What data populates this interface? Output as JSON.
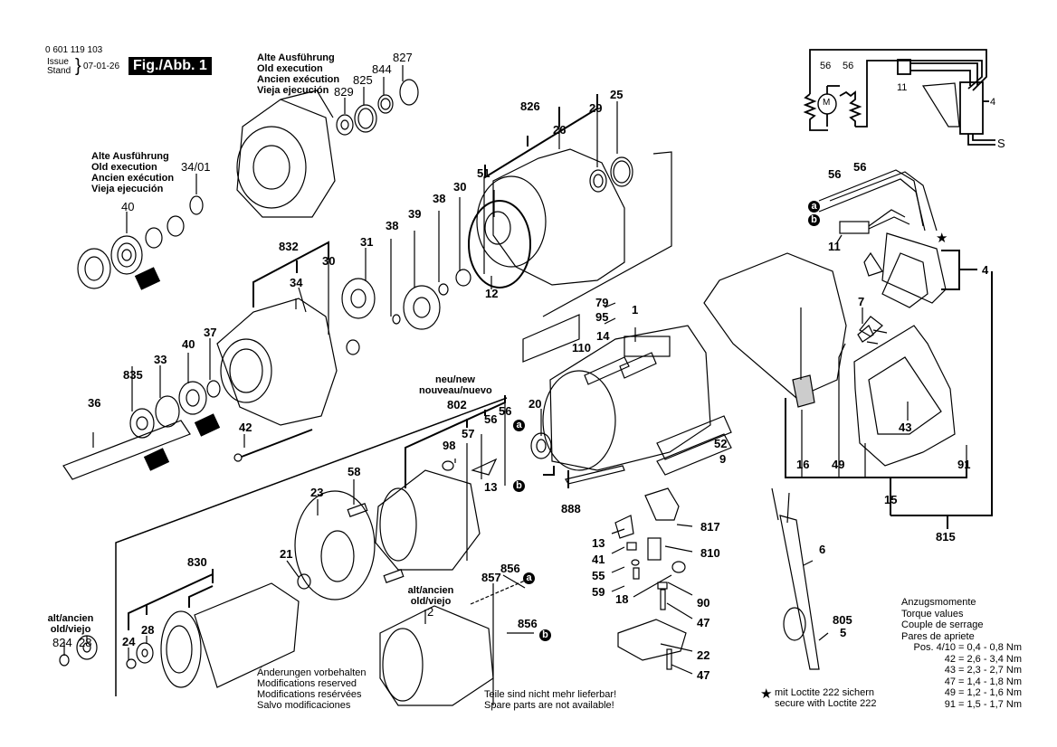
{
  "header": {
    "part_number": "0 601 119 103",
    "issue_label": "Issue",
    "stand_label": "Stand",
    "issue_date": "07-01-26",
    "figure_label": "Fig./Abb. 1"
  },
  "old_execution_notes": [
    {
      "lines": [
        "Alte Ausführung",
        "Old execution",
        "Ancien exécution",
        "Vieja ejecución"
      ]
    },
    {
      "lines": [
        "Alte Ausführung",
        "Old execution",
        "Ancien exécution",
        "Vieja ejecución"
      ]
    }
  ],
  "new_label": [
    "neu/new",
    "nouveau/nuevo"
  ],
  "old_label_1": [
    "alt/ancien",
    "old/viejo"
  ],
  "old_label_2": [
    "alt/ancien",
    "old/viejo"
  ],
  "connector_markers": {
    "a": "a",
    "b": "b"
  },
  "part_labels": {
    "p827": "827",
    "p844": "844",
    "p825": "825",
    "p829": "829",
    "p826": "826",
    "p25": "25",
    "p26": "26",
    "p29": "29",
    "p51": "51",
    "p30a": "30",
    "p38a": "38",
    "p39": "39",
    "p38b": "38",
    "p12": "12",
    "p34_01": "34/01",
    "p40a": "40",
    "p832": "832",
    "p34": "34",
    "p30b": "30",
    "p31": "31",
    "p37": "37",
    "p40b": "40",
    "p33": "33",
    "p835": "835",
    "p36": "36",
    "p42": "42",
    "p79": "79",
    "p95": "95",
    "p1": "1",
    "p14": "14",
    "p110": "110",
    "p20": "20",
    "p52": "52",
    "p9": "9",
    "p888": "888",
    "p802": "802",
    "p56a": "56",
    "p56b": "56",
    "p57": "57",
    "p98": "98",
    "p13a": "13",
    "p58": "58",
    "p23": "23",
    "p21": "21",
    "p830": "830",
    "p28a": "28",
    "p24": "24",
    "p824": "824",
    "p28b": "28",
    "p856a": "856",
    "p857": "857",
    "p2": "2",
    "p856b": "856",
    "p817": "817",
    "p13b": "13",
    "p41": "41",
    "p810": "810",
    "p55": "55",
    "p59": "59",
    "p18": "18",
    "p90": "90",
    "p47a": "47",
    "p22": "22",
    "p47b": "47",
    "p56c": "56",
    "p56d": "56",
    "p11a": "11",
    "p4a": "4",
    "p56e": "56",
    "p56f": "56",
    "p11b": "11",
    "p4b": "4",
    "p7": "7",
    "p16": "16",
    "p49": "49",
    "p43": "43",
    "p91": "91",
    "p15": "15",
    "p815": "815",
    "p6": "6",
    "p805": "805",
    "p5": "5"
  },
  "circuit": {
    "motor_symbol": "M",
    "supply_symbol": "S"
  },
  "modifications_note": [
    "Änderungen vorbehalten",
    "Modifications reserved",
    "Modifications resérvées",
    "Salvo modificaciones"
  ],
  "availability_note": [
    "Teile sind nicht mehr lieferbar!",
    "Spare parts are not available!"
  ],
  "loctite_note": {
    "icon": "star-icon",
    "symbol": "★",
    "lines": [
      "mit Loctite 222 sichern",
      "secure with Loctite 222"
    ]
  },
  "torque": {
    "titles": [
      "Anzugsmomente",
      "Torque values",
      "Couple de serrage",
      "Pares de apriete"
    ],
    "rows": [
      {
        "pos": "Pos. 4/10",
        "value": "= 0,4 - 0,8 Nm"
      },
      {
        "pos": "42",
        "value": "= 2,6 - 3,4 Nm"
      },
      {
        "pos": "43",
        "value": "= 2,3 - 2,7 Nm"
      },
      {
        "pos": "47",
        "value": "= 1,4 - 1,8 Nm"
      },
      {
        "pos": "49",
        "value": "= 1,2 - 1,6 Nm"
      },
      {
        "pos": "91",
        "value": "= 1,5 - 1,7 Nm"
      }
    ]
  }
}
